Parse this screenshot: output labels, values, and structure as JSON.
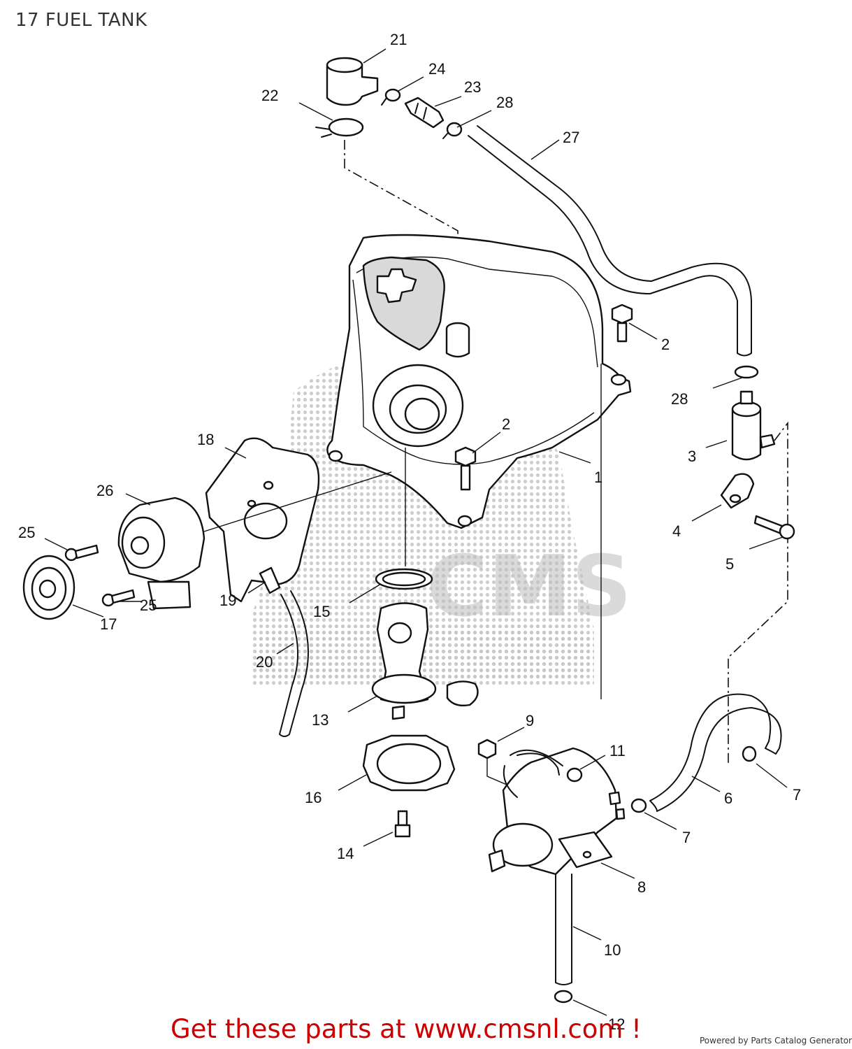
{
  "title": "17 FUEL TANK",
  "promo": "Get these parts at www.cmsnl.com !",
  "powered_by": "Powered by Parts Catalog Generator",
  "watermark": "CMS",
  "callouts": [
    "21",
    "24",
    "22",
    "23",
    "28",
    "27",
    "2",
    "28",
    "2",
    "3",
    "18",
    "1",
    "26",
    "4",
    "25",
    "5",
    "19",
    "25",
    "15",
    "17",
    "20",
    "13",
    "9",
    "11",
    "7",
    "6",
    "16",
    "7",
    "14",
    "8",
    "10",
    "12"
  ]
}
